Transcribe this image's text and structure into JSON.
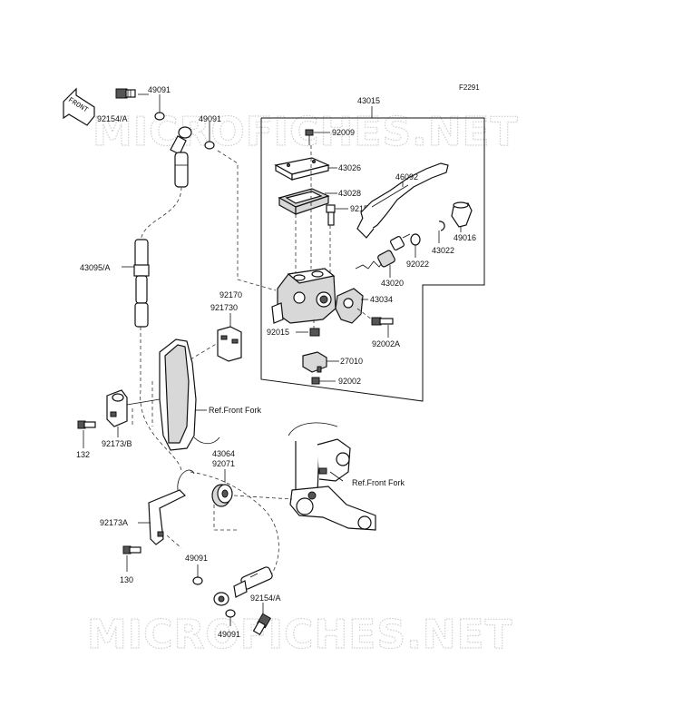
{
  "diagram_code": "F2291",
  "front_arrow_label": "FRONT",
  "watermark": "MICROFICHES.NET",
  "labels": {
    "p43015": "43015",
    "p92009": "92009",
    "p43026": "43026",
    "p43028": "43028",
    "p92150": "92150",
    "p46092": "46092",
    "p49016": "49016",
    "p43022": "43022",
    "p92022": "92022",
    "p43020": "43020",
    "p43034": "43034",
    "p92002A": "92002A",
    "p92015": "92015",
    "p27010": "27010",
    "p92002": "92002",
    "p49091_a": "49091",
    "p92154A_top": "92154/A",
    "p49091_b": "49091",
    "p43095A": "43095/A",
    "p92170": "92170",
    "p92173C": "921730",
    "ref_front_fork_1": "Ref.Front Fork",
    "ref_front_fork_2": "Ref.Front Fork",
    "p132": "132",
    "p92173B": "92173/B",
    "p43064": "43064",
    "p92071": "92071",
    "p92173A": "92173A",
    "p130": "130",
    "p49091_c": "49091",
    "p92154A_bot": "92154/A",
    "p49091_d": "49091"
  },
  "icons": {
    "front_arrow": "front-arrow-icon"
  }
}
